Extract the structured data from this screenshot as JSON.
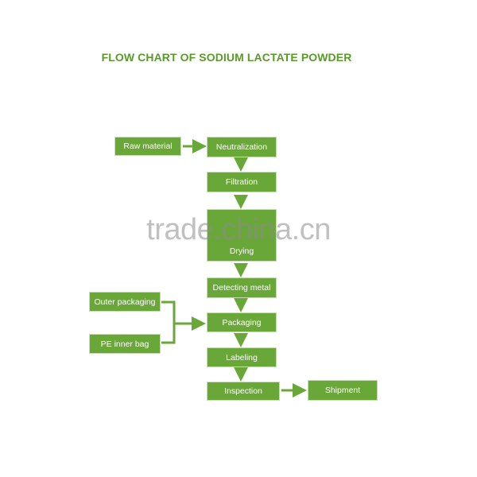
{
  "title": "FLOW CHART OF SODIUM LACTATE POWDER",
  "watermark": "trade.china.cn",
  "colors": {
    "box": "#6aa739",
    "arrow": "#6aa739",
    "title": "#5a9a2a",
    "text": "#ffffff"
  },
  "steps": {
    "raw_material": "Raw material",
    "neutralization": "Neutralization",
    "filtration": "Filtration",
    "drying": "Drying",
    "detecting_metal": "Detecting metal",
    "outer_packaging": "Outer packaging",
    "pe_inner_bag": "PE inner bag",
    "packaging": "Packaging",
    "labeling": "Labeling",
    "inspection": "Inspection",
    "shipment": "Shipment"
  }
}
